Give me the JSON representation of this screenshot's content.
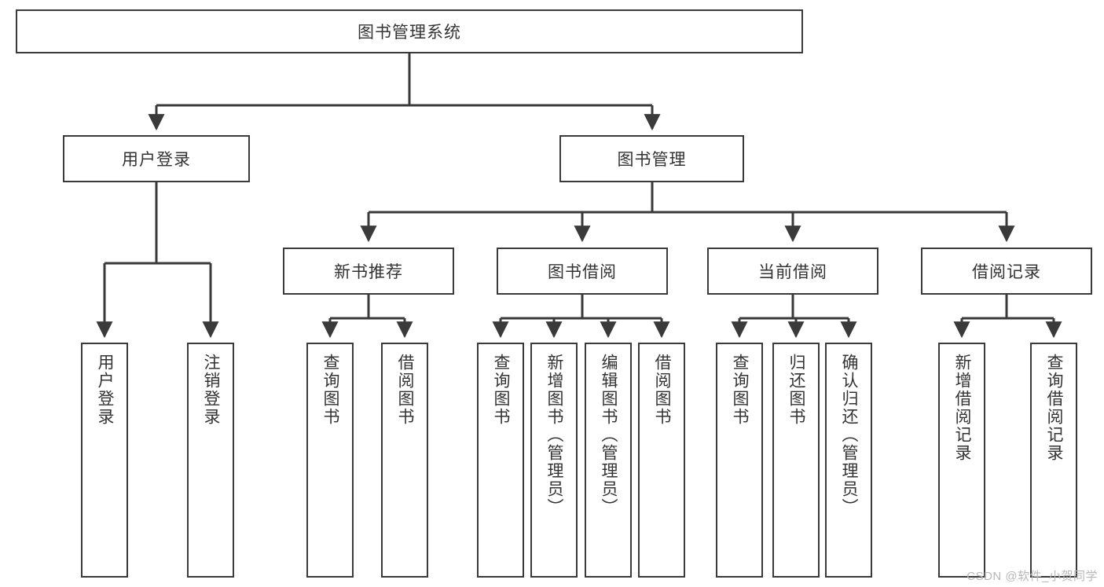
{
  "diagram": {
    "type": "tree-hierarchy",
    "title": "图书管理系统",
    "watermark": "CSDN @软件_小贺同学",
    "colors": {
      "stroke": "#3a3a3a",
      "box_fill": "#ffffff",
      "text": "#333333",
      "watermark": "#b8b8b8",
      "background": "#ffffff"
    },
    "root": {
      "label": "图书管理系统",
      "children": [
        {
          "label": "用户登录",
          "children": [
            {
              "label": "用户登录"
            },
            {
              "label": "注销登录"
            }
          ]
        },
        {
          "label": "图书管理",
          "children": [
            {
              "label": "新书推荐",
              "children": [
                {
                  "label": "查询图书"
                },
                {
                  "label": "借阅图书"
                }
              ]
            },
            {
              "label": "图书借阅",
              "children": [
                {
                  "label": "查询图书"
                },
                {
                  "label": "新增图书（管理员）"
                },
                {
                  "label": "编辑图书（管理员）"
                },
                {
                  "label": "借阅图书"
                }
              ]
            },
            {
              "label": "当前借阅",
              "children": [
                {
                  "label": "查询图书"
                },
                {
                  "label": "归还图书"
                },
                {
                  "label": "确认归还（管理员）"
                }
              ]
            },
            {
              "label": "借阅记录",
              "children": [
                {
                  "label": "新增借阅记录"
                },
                {
                  "label": "查询借阅记录"
                }
              ]
            }
          ]
        }
      ]
    },
    "nodes": {
      "root": {
        "label": "图书管理系统"
      },
      "l1_user_login": {
        "label": "用户登录"
      },
      "l1_book_mgmt": {
        "label": "图书管理"
      },
      "l2_new_book_rec": {
        "label": "新书推荐"
      },
      "l2_book_borrow": {
        "label": "图书借阅"
      },
      "l2_current_borrow": {
        "label": "当前借阅"
      },
      "l2_borrow_record": {
        "label": "借阅记录"
      },
      "leaf_user_login": {
        "label": "用户登录"
      },
      "leaf_logout": {
        "label": "注销登录"
      },
      "leaf_rec_query_book": {
        "label": "查询图书"
      },
      "leaf_rec_borrow_book": {
        "label": "借阅图书"
      },
      "leaf_bb_query_book": {
        "label": "查询图书"
      },
      "leaf_bb_add_book": {
        "label": "新增图书（管理员）"
      },
      "leaf_bb_edit_book": {
        "label": "编辑图书（管理员）"
      },
      "leaf_bb_borrow_book": {
        "label": "借阅图书"
      },
      "leaf_cb_query_book": {
        "label": "查询图书"
      },
      "leaf_cb_return_book": {
        "label": "归还图书"
      },
      "leaf_cb_confirm_return": {
        "label": "确认归还（管理员）"
      },
      "leaf_br_add_record": {
        "label": "新增借阅记录"
      },
      "leaf_br_query_record": {
        "label": "查询借阅记录"
      }
    }
  }
}
